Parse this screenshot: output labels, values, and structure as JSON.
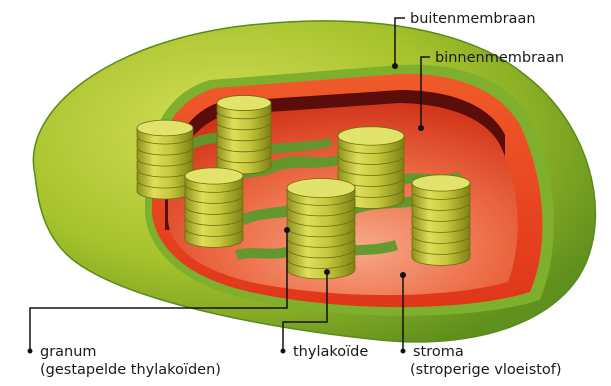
{
  "labels": {
    "outer_membrane": "buitenmembraan",
    "inner_membrane": "binnenmembraan",
    "granum": "granum",
    "granum_note": "(gestapelde thylakoïden)",
    "thylakoid": "thylakoïde",
    "stroma": "stroma",
    "stroma_note": "(stroperige vloeistof)"
  },
  "colors": {
    "outer_membrane": "#9fbe28",
    "outer_membrane_dark": "#5f8f1c",
    "inner_membrane": "#e8421a",
    "stroma": "#d83a1c",
    "stroma_light": "#f4a080",
    "lamella": "#5d9a2c",
    "thylakoid": "#cccd45",
    "thylakoid_dark": "#8a8c1a",
    "leader_line": "#111111"
  }
}
